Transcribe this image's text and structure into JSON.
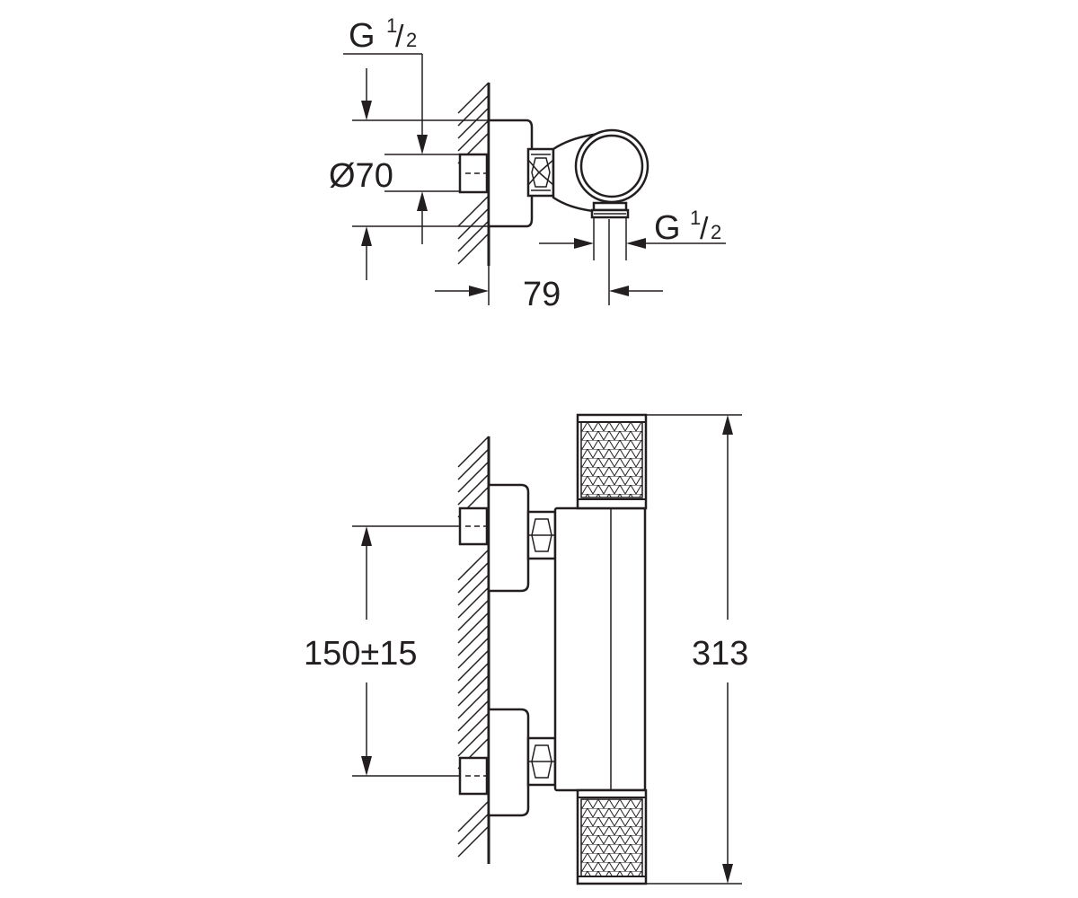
{
  "top_view": {
    "inlet_thread": {
      "letter": "G",
      "num": "1",
      "den": "2"
    },
    "outlet_thread": {
      "letter": "G",
      "num": "1",
      "den": "2"
    },
    "diameter_label": "Ø70",
    "depth_label": "79"
  },
  "front_view": {
    "center_distance_label": "150±15",
    "height_label": "313"
  },
  "colors": {
    "line": "#231f20",
    "background": "#ffffff"
  }
}
